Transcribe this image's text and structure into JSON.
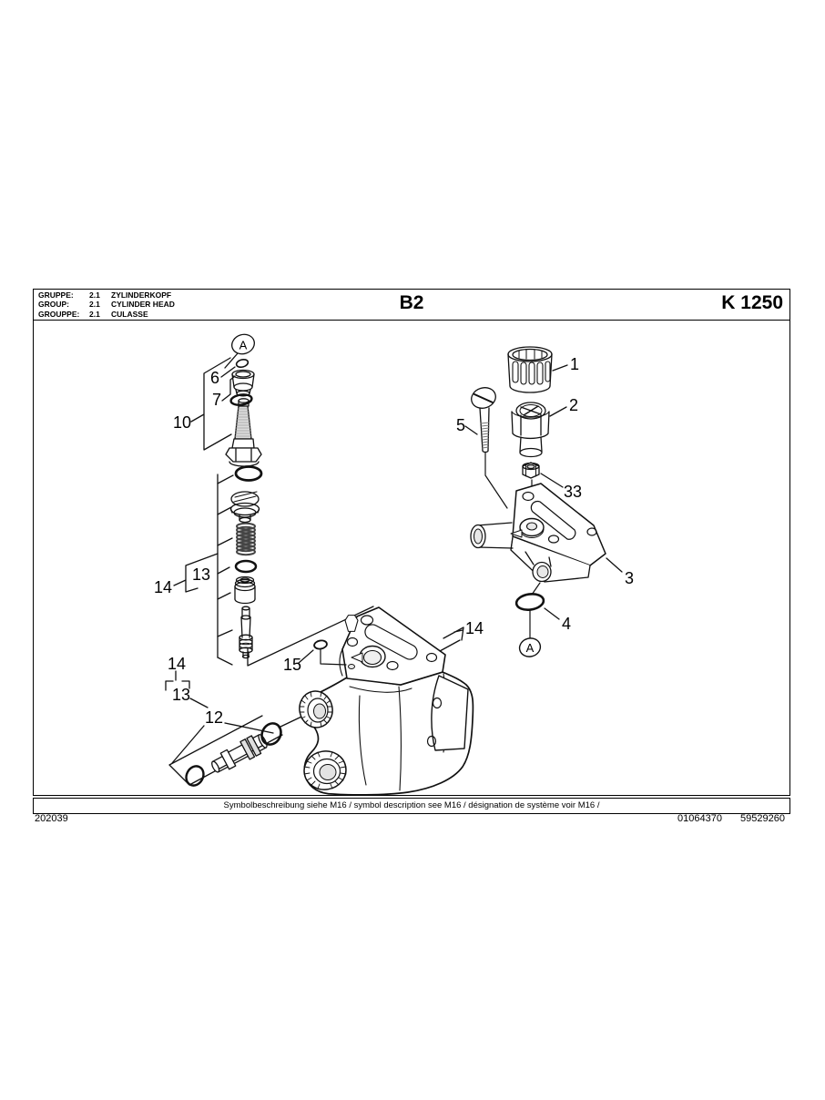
{
  "header": {
    "rows": [
      {
        "label": "GRUPPE:",
        "code": "2.1",
        "name": "ZYLINDERKOPF"
      },
      {
        "label": "GROUP:",
        "code": "2.1",
        "name": "CYLINDER HEAD"
      },
      {
        "label": "GROUPPE:",
        "code": "2.1",
        "name": "CULASSE"
      }
    ],
    "sheet_code": "B2",
    "model_code": "K 1250"
  },
  "footer": {
    "symbol_note": "Symbolbeschreibung siehe M16 / symbol description see M16 / désignation de système voir M16 /",
    "doc_number_left": "202039",
    "doc_number_mid": "01064370",
    "doc_number_right": "59529260"
  },
  "diagram": {
    "view_marker": "A",
    "labels": [
      {
        "id": "callout-1",
        "text": "1"
      },
      {
        "id": "callout-2",
        "text": "2"
      },
      {
        "id": "callout-5",
        "text": "5"
      },
      {
        "id": "callout-33",
        "text": "33"
      },
      {
        "id": "callout-3",
        "text": "3"
      },
      {
        "id": "callout-4",
        "text": "4"
      },
      {
        "id": "callout-6",
        "text": "6"
      },
      {
        "id": "callout-7",
        "text": "7"
      },
      {
        "id": "callout-10",
        "text": "10"
      },
      {
        "id": "callout-13-mid",
        "text": "13"
      },
      {
        "id": "callout-14-mid",
        "text": "14"
      },
      {
        "id": "callout-14-lower",
        "text": "14"
      },
      {
        "id": "callout-13-lower",
        "text": "13"
      },
      {
        "id": "callout-12",
        "text": "12"
      },
      {
        "id": "callout-15",
        "text": "15"
      },
      {
        "id": "callout-14-right",
        "text": "14"
      }
    ]
  }
}
